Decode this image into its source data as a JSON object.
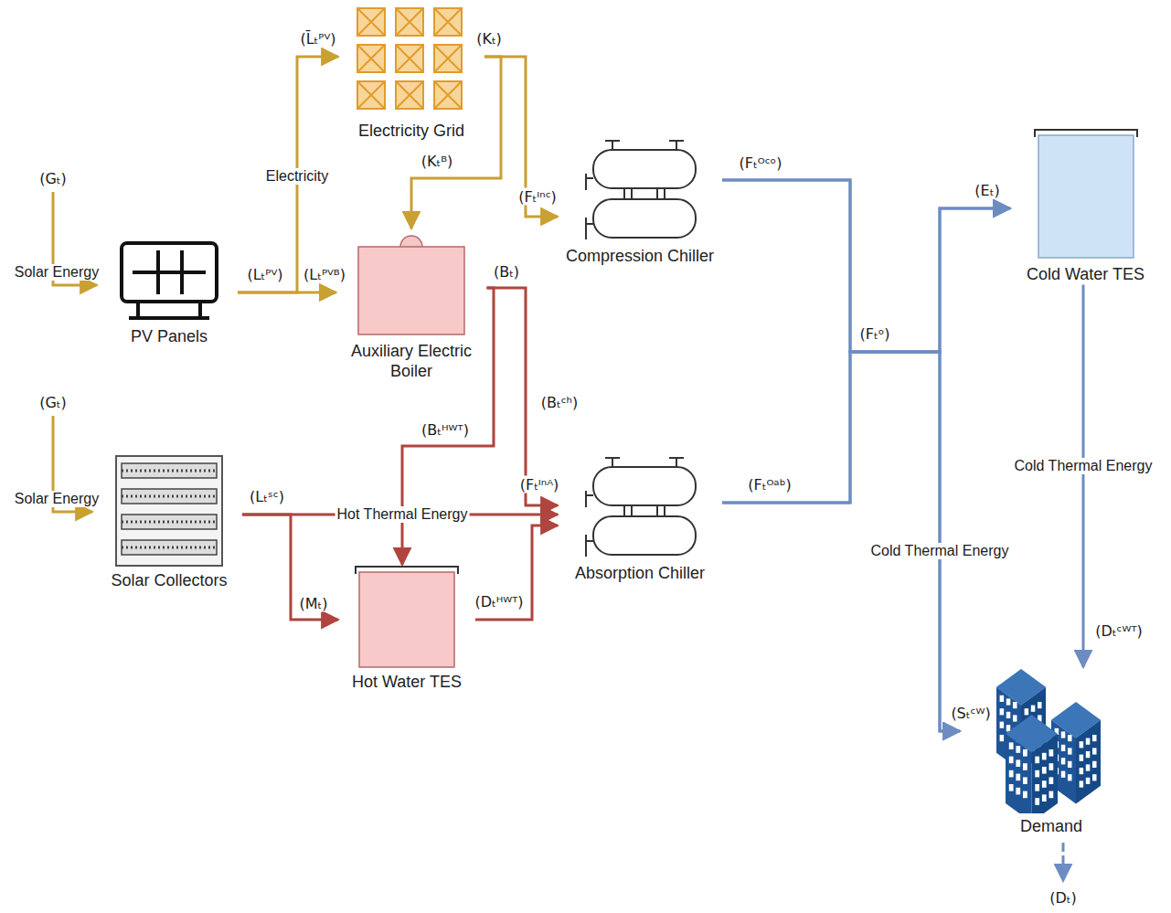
{
  "diagram": {
    "nodes": [
      {
        "text": [
          "Electricity Grid"
        ]
      },
      {
        "text": [
          "PV Panels"
        ]
      },
      {
        "text": [
          "Auxiliary Electric Boiler"
        ]
      },
      {
        "text": [
          "Compression Chiller"
        ]
      },
      {
        "text": [
          "Cold Water TES"
        ]
      },
      {
        "text": [
          "Solar Collectors"
        ]
      },
      {
        "text": [
          "Absorption Chiller"
        ]
      },
      {
        "text": [
          "Hot Water TES"
        ]
      },
      {
        "text": [
          "Demand"
        ]
      }
    ],
    "edges": [
      {
        "from": 1,
        "to": 0,
        "arrow": "to",
        "label": "Electricity"
      },
      {
        "from": 1,
        "to": 2,
        "arrow": "to"
      },
      {
        "from": 0,
        "to": 2,
        "arrow": "to"
      },
      {
        "from": 0,
        "to": 3,
        "arrow": "to"
      },
      {
        "from": 2,
        "to": 7,
        "arrow": "to"
      },
      {
        "from": 2,
        "to": 6,
        "arrow": "to"
      },
      {
        "from": 5,
        "to": 6,
        "arrow": "to",
        "label": "Hot Thermal Energy"
      },
      {
        "from": 5,
        "to": 7,
        "arrow": "to"
      },
      {
        "from": 7,
        "to": 6,
        "arrow": "to"
      },
      {
        "from": 3,
        "to": 4,
        "arrow": "to"
      },
      {
        "from": 3,
        "to": 8,
        "arrow": "to"
      },
      {
        "from": 6,
        "to": 4,
        "arrow": "to"
      },
      {
        "from": 6,
        "to": 8,
        "arrow": "to",
        "label": "Cold Thermal Energy"
      },
      {
        "from": 4,
        "to": 8,
        "arrow": "to",
        "label": "Cold Thermal Energy"
      }
    ],
    "labels": [
      "(Gₜ)",
      "Solar Energy",
      "(Gₜ)",
      "Solar Energy",
      "(L̄ₜᴾⱽ)",
      "(Kₜ)",
      "(Lₜᴾⱽ)",
      "(Lₜᴾⱽᴮ)",
      "(Kₜᴮ)",
      "(Fₜᴵⁿᶜ)",
      "(Fₜᴼᶜᵒ)",
      "(Bₜ)",
      "(Bₜᴴᵂᵀ)",
      "(Bₜᶜʰ)",
      "(Lₜˢᶜ)",
      "(Fₜᴵⁿᴬ)",
      "(Fₜᴼᵃᵇ)",
      "(Mₜ)",
      "(Dₜᴴᵂᵀ)",
      "(Fₜᵒ)",
      "(Eₜ)",
      "(Sₜᶜᵂ)",
      "(Dₜᶜᵂᵀ)",
      "(Dₜ)"
    ]
  }
}
